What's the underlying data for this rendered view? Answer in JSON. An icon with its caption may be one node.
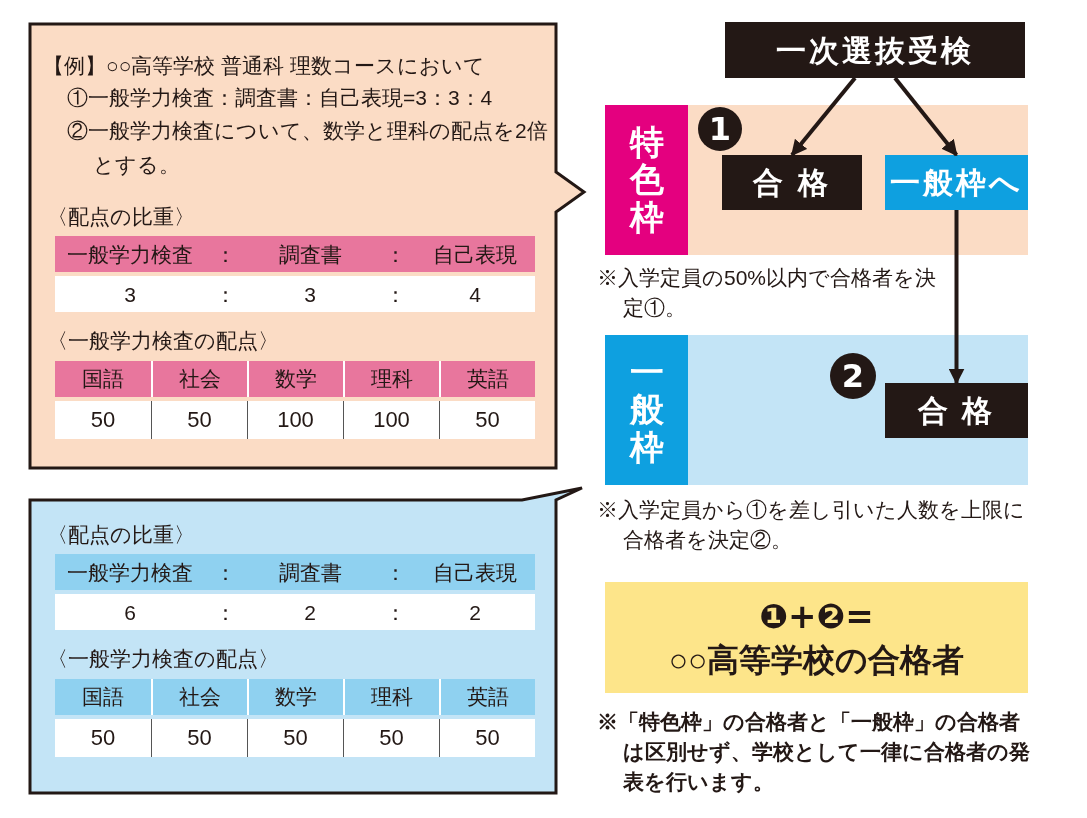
{
  "diagram": {
    "nodes": [
      {
        "text": [
          "【例】○○高等学校 普通科 理数コースにおいて",
          "①一般学力検査：調査書：自己表現=3：3：4",
          "②一般学力検査について、数学と理科の配点を2倍とする。",
          "〈配点の比重〉",
          "〈一般学力検査の配点〉"
        ]
      },
      {
        "text": [
          "〈配点の比重〉",
          "〈一般学力検査の配点〉"
        ]
      },
      {
        "text": [
          "一次選抜受検"
        ]
      },
      {
        "text": [
          "特色枠"
        ],
        "beside": [
          "※入学定員の50%以内で合格者を決定①。"
        ]
      },
      {
        "text": [
          "1"
        ],
        "in": 3
      },
      {
        "text": [
          "合 格"
        ],
        "in": 3
      },
      {
        "text": [
          "一般枠へ"
        ],
        "in": 3
      },
      {
        "text": [
          "一般枠"
        ],
        "beside": [
          "※入学定員から①を差し引いた人数を上限に合格者を決定②。"
        ]
      },
      {
        "text": [
          "2"
        ],
        "in": 7
      },
      {
        "text": [
          "合 格"
        ],
        "in": 7
      },
      {
        "text": [
          "❶+❷=",
          "○○高等学校の合格者"
        ],
        "beside": [
          "※「特色枠」の合格者と「一般枠」の合格者は区別せず、学校として一律に合格者の発表を行います。"
        ]
      }
    ],
    "edges": [
      {
        "from": 2,
        "to": 5,
        "arrow": "to"
      },
      {
        "from": 2,
        "to": 6,
        "arrow": "to"
      },
      {
        "from": 6,
        "to": 9,
        "arrow": "to"
      }
    ],
    "labels": [
      "一般学力検査",
      "：",
      "調査書",
      "：",
      "自己表現",
      "3",
      "：",
      "3",
      "：",
      "4",
      "国語",
      "社会",
      "数学",
      "理科",
      "英語",
      "50",
      "50",
      "100",
      "100",
      "50",
      "一般学力検査",
      "：",
      "調査書",
      "：",
      "自己表現",
      "6",
      "：",
      "2",
      "：",
      "2",
      "国語",
      "社会",
      "数学",
      "理科",
      "英語",
      "50",
      "50",
      "50",
      "50",
      "50"
    ]
  }
}
